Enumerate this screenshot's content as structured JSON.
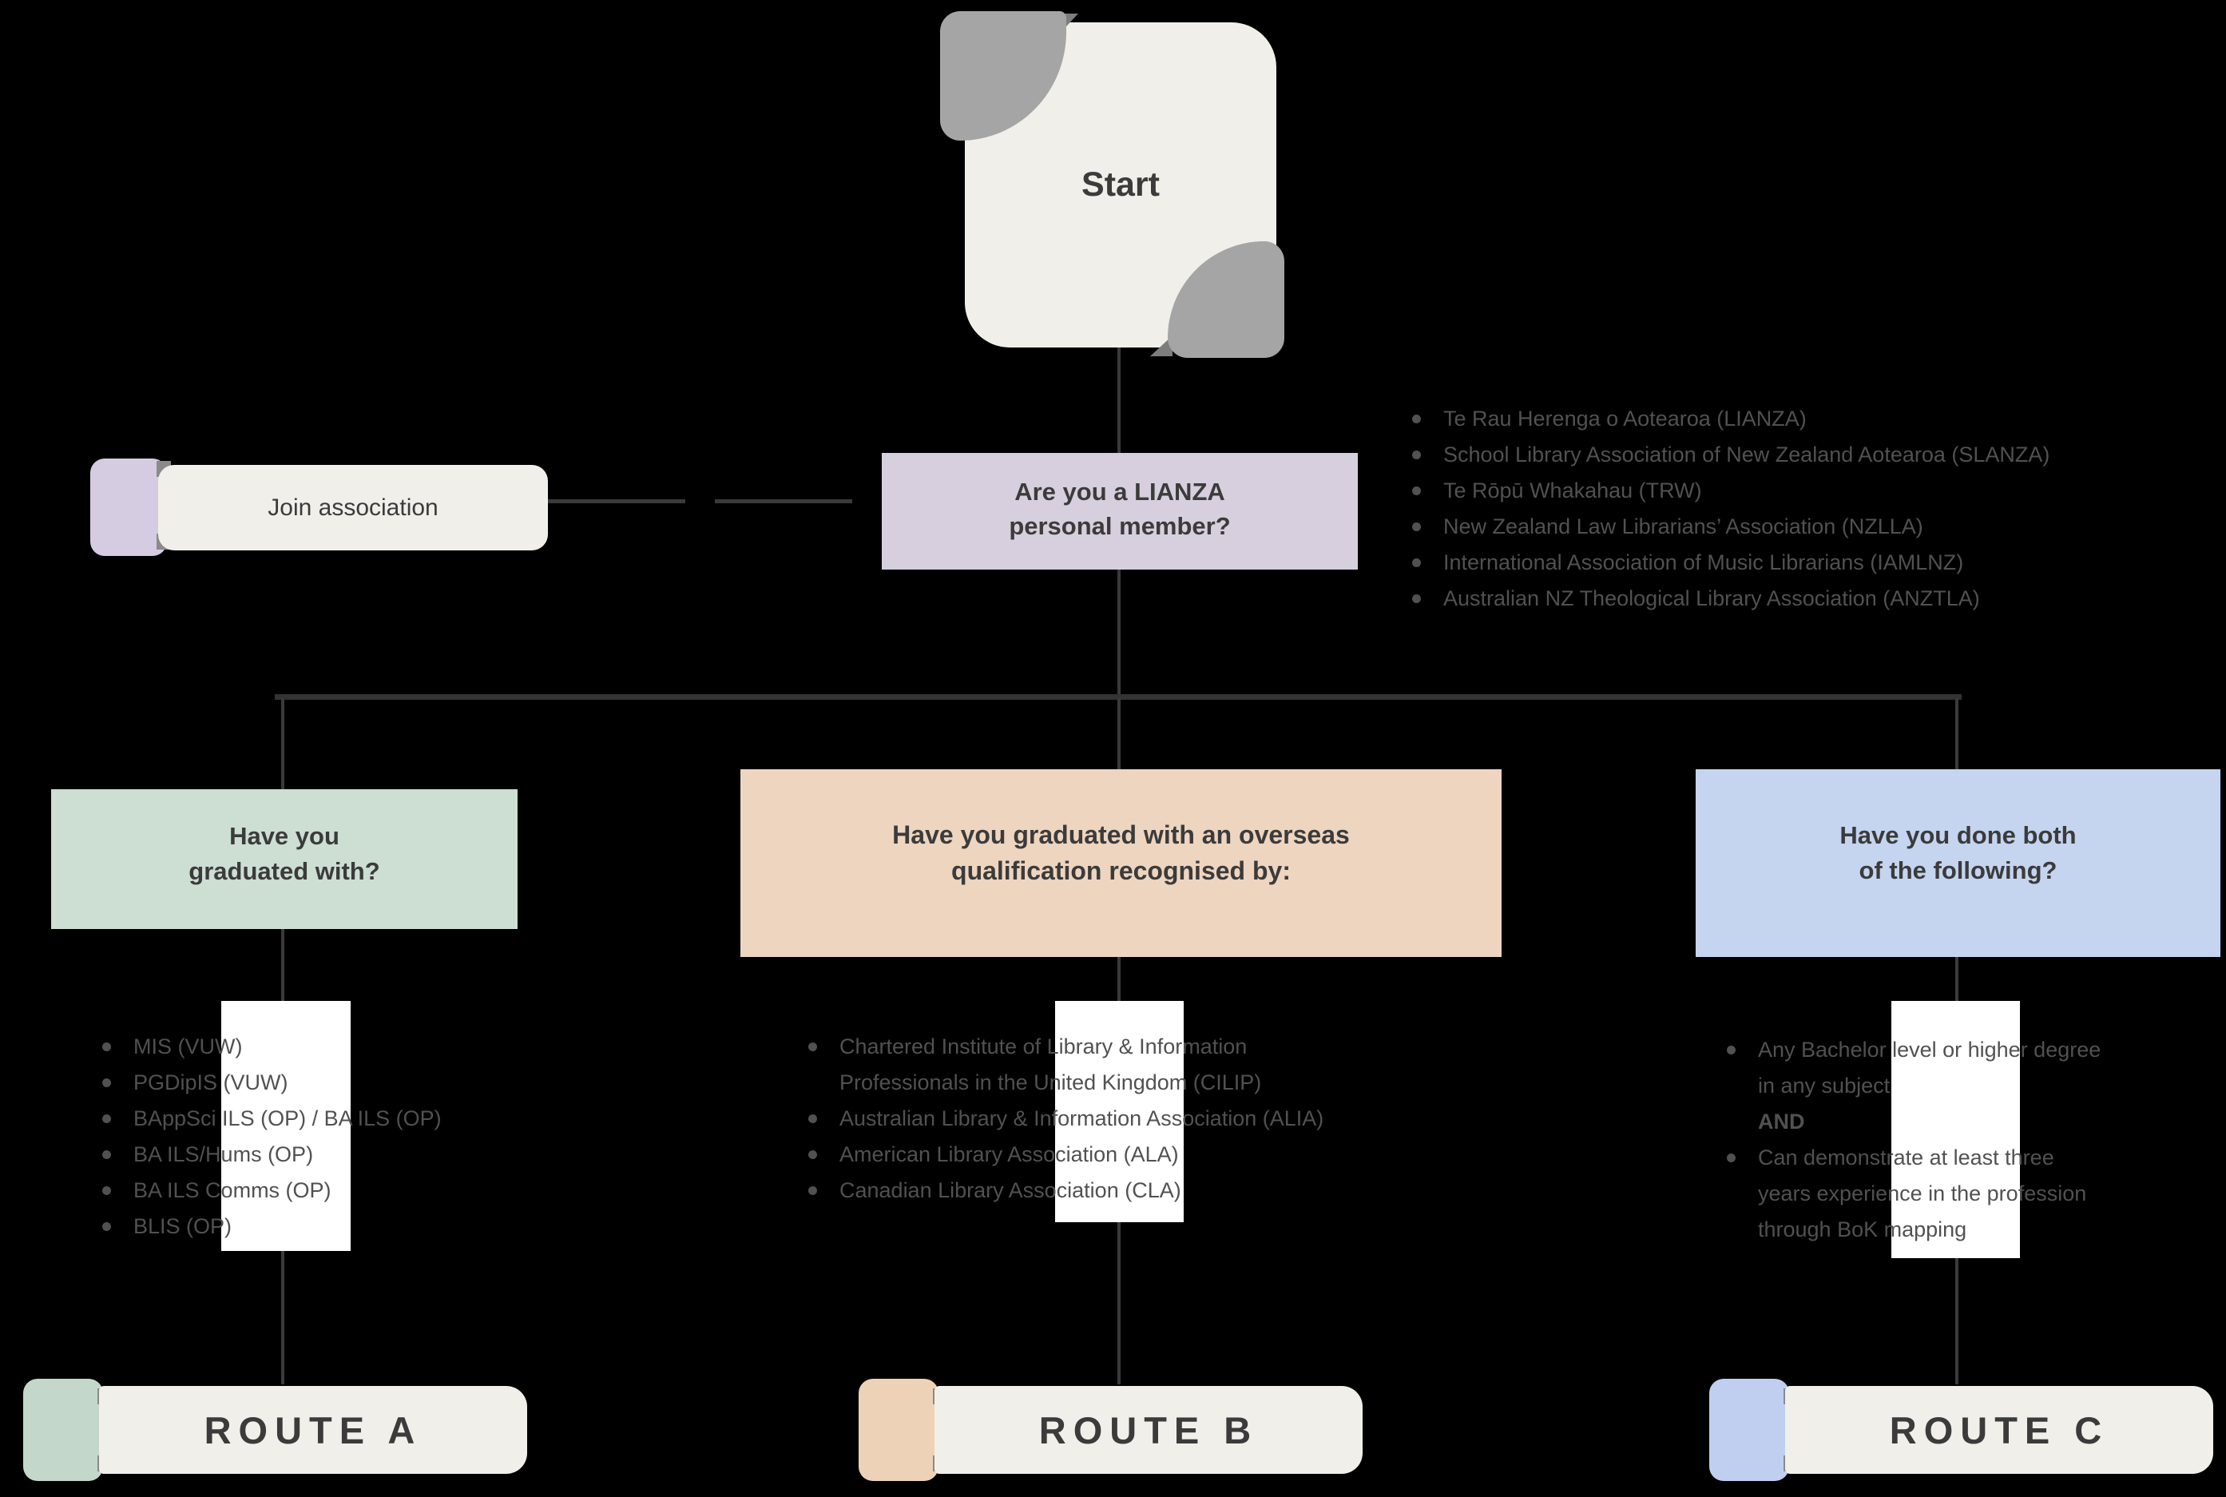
{
  "colors": {
    "background": "#000000",
    "cream": "#F1EFE9",
    "lavender_box": "#D7CFDD",
    "lavender_tab": "#D5CCE2",
    "sage_box": "#CDDED2",
    "sage_tab": "#C3D7CA",
    "peach_box": "#EED5BF",
    "peach_tab": "#EDD2B8",
    "blue_box": "#C5D4EF",
    "blue_tab": "#C0CFF0",
    "petal_gray": "#A5A5A5",
    "line": "#3A3A3A",
    "heading_text": "#3B3B3B",
    "list_text": "#515151",
    "band_white": "#FFFFFF"
  },
  "start": {
    "label": "Start"
  },
  "question": {
    "label": "Are you a LIANZA\npersonal member?"
  },
  "join": {
    "label": "Join association"
  },
  "associations": {
    "items": [
      "Te Rau Herenga o Aotearoa (LIANZA)",
      "School Library Association of New Zealand Aotearoa (SLANZA)",
      "Te Rōpū Whakahau (TRW)",
      "New Zealand Law Librarians’ Association (NZLLA)",
      "International Association of Music Librarians (IAMLNZ)",
      "Australian NZ Theological Library Association (ANZTLA)"
    ]
  },
  "branch_a": {
    "question": "Have you\ngraduated with?",
    "items": [
      "MIS (VUW)",
      "PGDipIS (VUW)",
      "BAppSci ILS (OP) / BA ILS (OP)",
      "BA ILS/Hums (OP)",
      "BA ILS Comms (OP)",
      "BLIS (OP)"
    ],
    "route": "ROUTE A"
  },
  "branch_b": {
    "question": "Have you graduated with an overseas\nqualification recognised by:",
    "items": [
      "Chartered Institute of Library & Information\nProfessionals in the United Kingdom (CILIP)",
      "Australian Library & Information Association (ALIA)",
      "American Library Association (ALA)",
      "Canadian Library Association (CLA)"
    ],
    "route": "ROUTE B"
  },
  "branch_c": {
    "question": "Have you done both\nof the following?",
    "item_1": "Any Bachelor level or higher degree\nin any subject",
    "connector": "AND",
    "item_2": "Can demonstrate at least three\nyears experience in the profession\nthrough BoK mapping",
    "route": "ROUTE C"
  }
}
